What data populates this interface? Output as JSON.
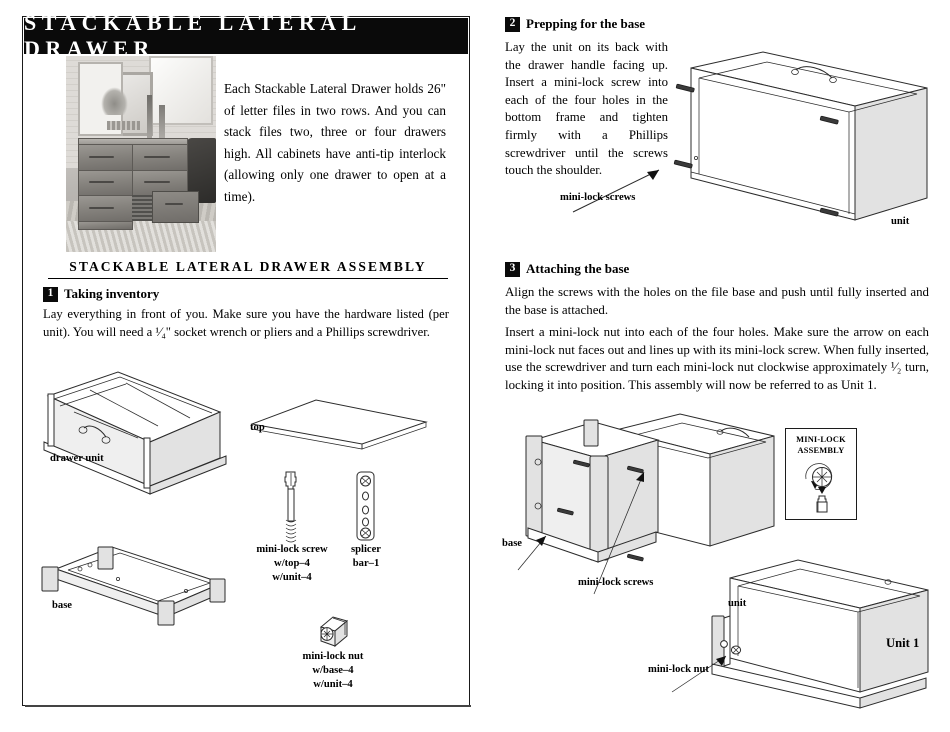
{
  "document": {
    "title": "STACKABLE LATERAL DRAWER",
    "assembly_title": "STACKABLE LATERAL DRAWER ASSEMBLY",
    "intro": "Each Stackable Lateral Drawer holds 26\" of letter files in two rows. And you can stack files two, three or four drawers high. All cabinets have anti-tip interlock (allowing only one drawer to open at a time)."
  },
  "steps": [
    {
      "number": "1",
      "title": "Taking inventory",
      "paragraphs": [
        "Lay everything in front of you. Make sure you have the hardware listed (per unit). You will need a ¹⁄₄\" socket wrench or pliers and a Phillips screwdriver."
      ]
    },
    {
      "number": "2",
      "title": "Prepping for the base",
      "paragraphs": [
        "Lay the unit on its back with the drawer handle facing up. Insert a mini-lock screw into each of the four holes in the bottom frame and tighten firmly with a Phillips screwdriver until the screws touch the shoulder."
      ]
    },
    {
      "number": "3",
      "title": "Attaching the base",
      "paragraphs": [
        "Align the screws with the holes on the file base and push until fully inserted and the base is attached.",
        "Insert a mini-lock nut into each of the four holes. Make sure the arrow on each mini-lock nut faces out and lines up with its mini-lock screw. When fully inserted, use the screwdriver and turn each mini-lock nut clockwise approximately ¹⁄₂ turn, locking it into position. This assembly will now be referred to as Unit 1."
      ]
    }
  ],
  "inventory": {
    "drawer_unit_label": "drawer unit",
    "top_label": "top",
    "base_label": "base",
    "mini_lock_screw": {
      "name": "mini-lock screw",
      "qty_top": "w/top–4",
      "qty_unit": "w/unit–4"
    },
    "splicer_bar": {
      "name": "splicer",
      "name2": "bar–1"
    },
    "mini_lock_nut": {
      "name": "mini-lock nut",
      "qty_base": "w/base–4",
      "qty_unit": "w/unit–4"
    }
  },
  "diagram_labels": {
    "step2_screws": "mini-lock screws",
    "step2_unit": "unit",
    "step3_base": "base",
    "step3_screws": "mini-lock screws",
    "step3_unit": "unit",
    "step3_nut": "mini-lock nut",
    "step3_unit1": "Unit 1"
  },
  "mini_lock_assembly": {
    "line1": "MINI-LOCK",
    "line2": "ASSEMBLY"
  },
  "colors": {
    "banner_bg": "#0a0a0a",
    "banner_text": "#ffffff",
    "page_bg": "#ffffff",
    "line": "#2b2b2b",
    "border": "#1a1a1a"
  }
}
